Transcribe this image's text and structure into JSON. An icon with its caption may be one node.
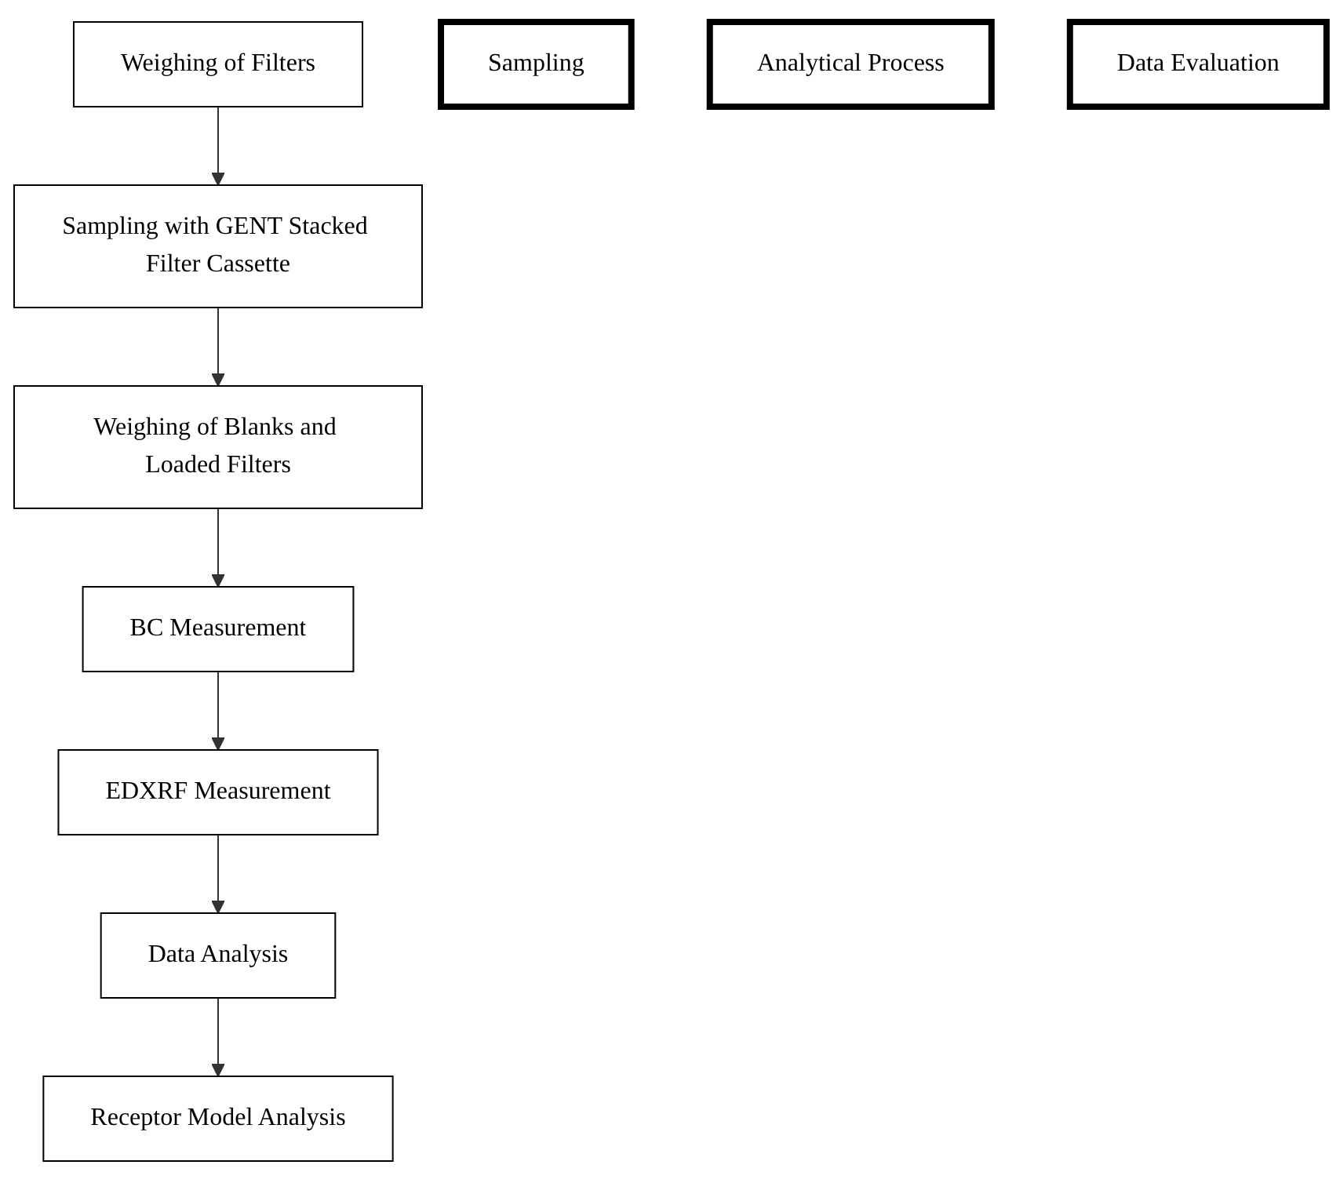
{
  "diagram": {
    "nodes": [
      {
        "text": [
          "Weighing of Filters"
        ]
      },
      {
        "text": [
          "Sampling"
        ]
      },
      {
        "text": [
          "Sampling with GENT Stacked Filter Cassette"
        ]
      },
      {
        "text": [
          "Weighing of Blanks and Loaded Filters"
        ]
      },
      {
        "text": [
          "BC Measurement"
        ]
      },
      {
        "text": [
          "Analytical Process"
        ]
      },
      {
        "text": [
          "EDXRF Measurement"
        ]
      },
      {
        "text": [
          "Data Evaluation"
        ]
      },
      {
        "text": [
          "Data Analysis"
        ]
      },
      {
        "text": [
          "Receptor Model Analysis"
        ]
      }
    ],
    "edges": [
      {
        "from": 0,
        "to": 2,
        "arrow": "to"
      },
      {
        "from": 2,
        "to": 3,
        "arrow": "to"
      },
      {
        "from": 3,
        "to": 4,
        "arrow": "to"
      },
      {
        "from": 4,
        "to": 6,
        "arrow": "to"
      },
      {
        "from": 6,
        "to": 8,
        "arrow": "to"
      },
      {
        "from": 8,
        "to": 9,
        "arrow": "to"
      }
    ]
  }
}
